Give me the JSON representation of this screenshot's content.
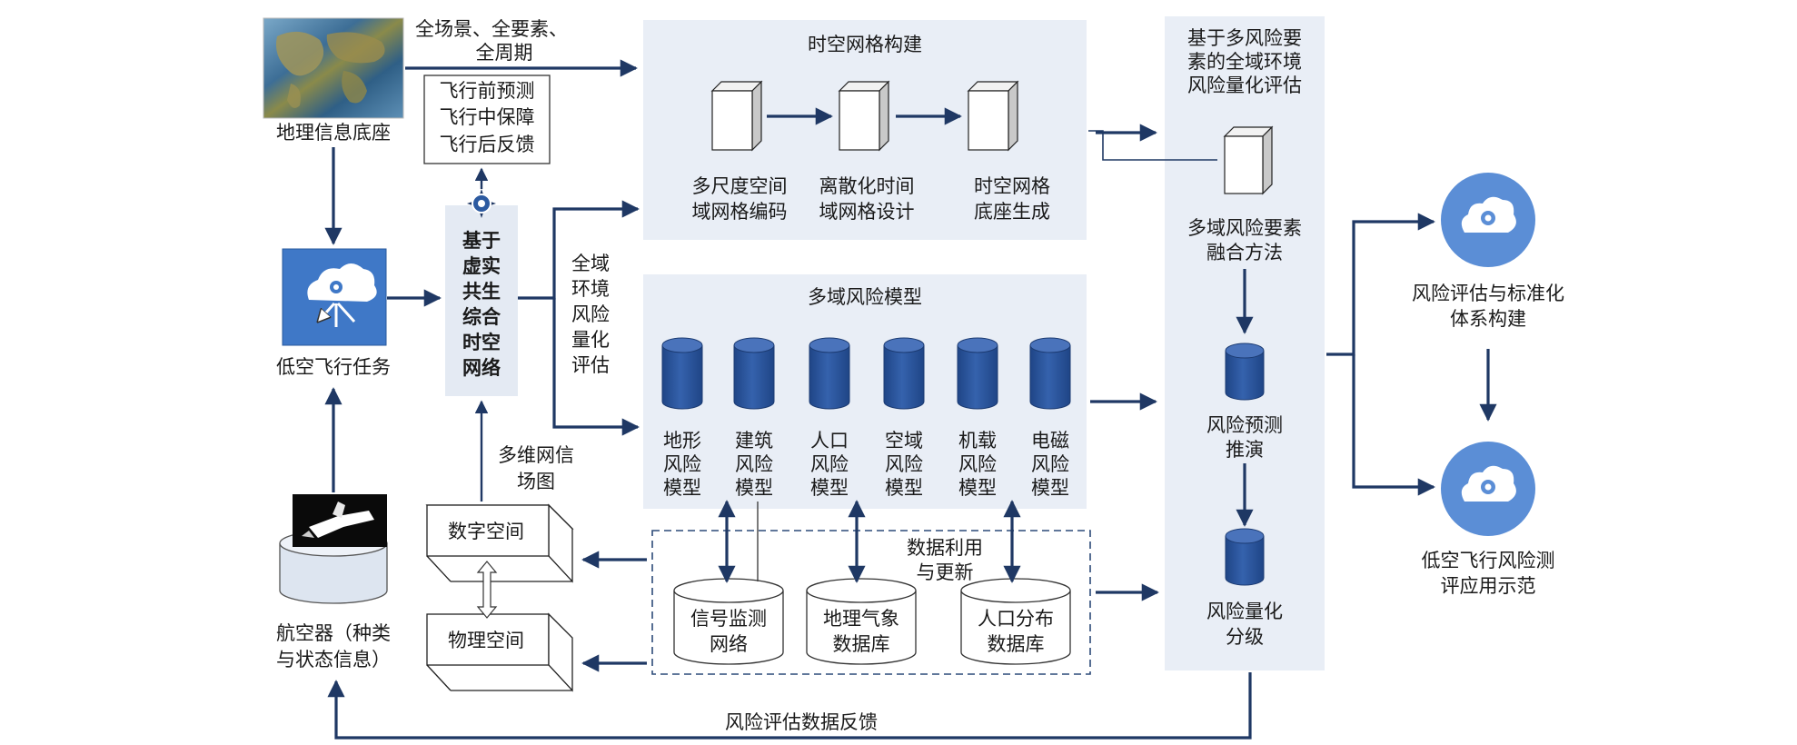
{
  "colors": {
    "arrow": "#1f3864",
    "panel": "#e9eef6",
    "cylinder": "#2c559f",
    "circle": "#5b8ed6",
    "cloud_box": "#3f78c7"
  },
  "left": {
    "geo_base": "地理信息底座",
    "all_scene_line1": "全场景、全要素、",
    "all_scene_line2": "全周期",
    "flight_phase_1": "飞行前预测",
    "flight_phase_2": "飞行中保障",
    "flight_phase_3": "飞行后反馈",
    "low_alt_task": "低空飞行任务",
    "vr_network": [
      "基于",
      "虚实",
      "共生",
      "综合",
      "时空",
      "网络"
    ],
    "aircraft_line1": "航空器（种类",
    "aircraft_line2": "与状态信息）",
    "multi_dim_line1": "多维网信",
    "multi_dim_line2": "场图",
    "digital_space": "数字空间",
    "physical_space": "物理空间",
    "global_eval": [
      "全域",
      "环境",
      "风险",
      "量化",
      "评估"
    ]
  },
  "grid_panel": {
    "title": "时空网格构建",
    "items": [
      {
        "line1": "多尺度空间",
        "line2": "域网格编码"
      },
      {
        "line1": "离散化时间",
        "line2": "域网格设计"
      },
      {
        "line1": "时空网格",
        "line2": "底座生成"
      }
    ]
  },
  "risk_panel": {
    "title": "多域风险模型",
    "models": [
      [
        "地形",
        "风险",
        "模型"
      ],
      [
        "建筑",
        "风险",
        "模型"
      ],
      [
        "人口",
        "风险",
        "模型"
      ],
      [
        "空域",
        "风险",
        "模型"
      ],
      [
        "机载",
        "风险",
        "模型"
      ],
      [
        "电磁",
        "风险",
        "模型"
      ]
    ]
  },
  "data_panel": {
    "title_line1": "数据利用",
    "title_line2": "与更新",
    "dbs": [
      {
        "line1": "信号监测",
        "line2": "网络"
      },
      {
        "line1": "地理气象",
        "line2": "数据库"
      },
      {
        "line1": "人口分布",
        "line2": "数据库"
      }
    ]
  },
  "eval_panel": {
    "title": [
      "基于多风险要",
      "素的全域环境",
      "风险量化评估"
    ],
    "fusion_line1": "多域风险要素",
    "fusion_line2": "融合方法",
    "predict_line1": "风险预测",
    "predict_line2": "推演",
    "grade_line1": "风险量化",
    "grade_line2": "分级"
  },
  "right": {
    "standard_line1": "风险评估与标准化",
    "standard_line2": "体系构建",
    "demo_line1": "低空飞行风险测",
    "demo_line2": "评应用示范"
  },
  "feedback_label": "风险评估数据反馈"
}
